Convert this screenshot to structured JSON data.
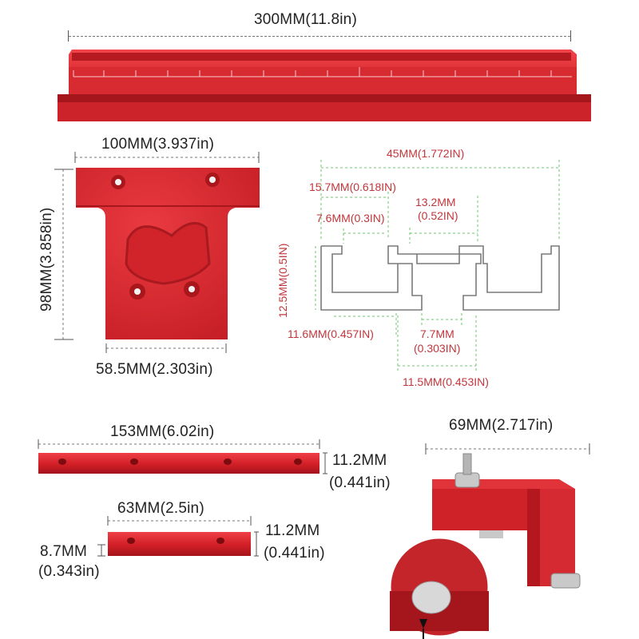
{
  "dims": {
    "track_length": "300MM(11.8in)",
    "plate_width": "100MM(3.937in)",
    "plate_height": "98MM(3.858in)",
    "plate_bottom": "58.5MM(2.303in)",
    "profile_width": "45MM(1.772IN)",
    "profile_a": "15.7MM(0.618IN)",
    "profile_b": "7.6MM(0.3IN)",
    "profile_c_1": "13.2MM",
    "profile_c_2": "(0.52IN)",
    "profile_height": "12.5MM(0.5IN)",
    "profile_d": "11.6MM(0.457IN)",
    "profile_e_1": "7.7MM",
    "profile_e_2": "(0.303IN)",
    "profile_f": "11.5MM(0.453IN)",
    "bar_long_length": "153MM(6.02in)",
    "bar_long_h_1": "11.2MM",
    "bar_long_h_2": "(0.441in)",
    "bar_short_length": "63MM(2.5in)",
    "bar_short_h_1": "11.2MM",
    "bar_short_h_2": "(0.441in)",
    "bar_short_t_1": "8.7MM",
    "bar_short_t_2": "(0.343in)",
    "stop_width": "69MM(2.717in)"
  },
  "colors": {
    "aluminum_red": "#d4242b",
    "profile_line": "#7a7a7a",
    "dim_green": "#6cc46c",
    "dim_text_red": "#c2363b"
  }
}
